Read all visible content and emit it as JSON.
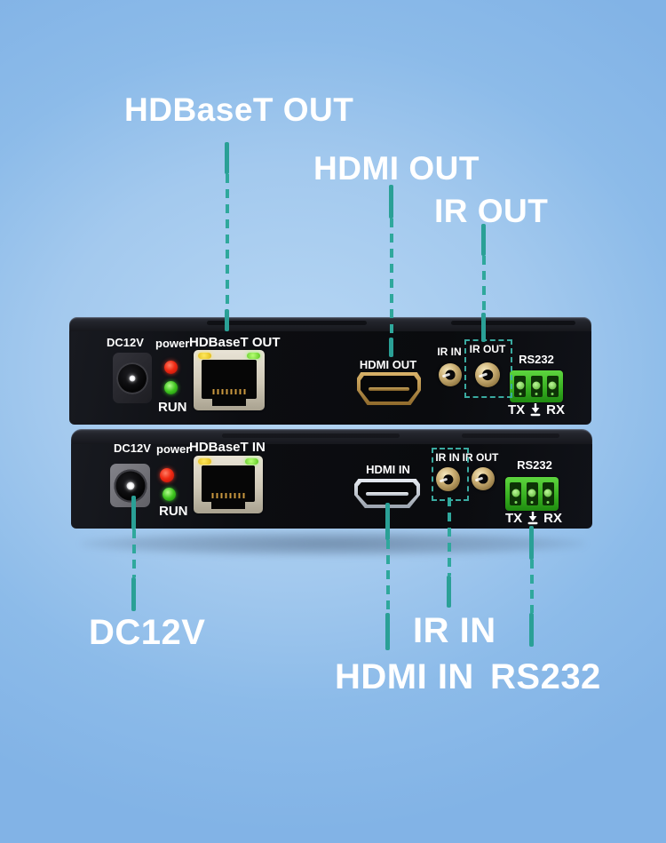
{
  "colors": {
    "background_center": "#b7d7f4",
    "background_edge": "#82b3e6",
    "accent_teal": "#2aa096",
    "led_red": "#ef2b14",
    "led_green": "#3fc41f",
    "rj45_led_yellow": "#ffe95e",
    "rs232_green": "#35ad1f",
    "device_black": "#0c0d11",
    "label_white": "#ffffff"
  },
  "callouts": {
    "hdbaset_out": "HDBaseT OUT",
    "hdmi_out": "HDMI OUT",
    "ir_out": "IR OUT",
    "dc12v": "DC12V",
    "ir_in": "IR IN",
    "hdmi_in": "HDMI IN",
    "rs232": "RS232"
  },
  "devices": {
    "top": {
      "dc_label": "DC12V",
      "power_label": "power",
      "run_label": "RUN",
      "hdbaset_label": "HDBaseT OUT",
      "hdmi_label": "HDMI OUT",
      "ir_in_label": "IR IN",
      "ir_out_label": "IR OUT",
      "rs232_label": "RS232",
      "tx_label": "TX",
      "rx_label": "RX"
    },
    "bottom": {
      "dc_label": "DC12V",
      "power_label": "power",
      "run_label": "RUN",
      "hdbaset_label": "HDBaseT IN",
      "hdmi_label": "HDMI IN",
      "ir_in_label": "IR IN",
      "ir_out_label": "IR OUT",
      "rs232_label": "RS232",
      "tx_label": "TX",
      "rx_label": "RX"
    }
  }
}
